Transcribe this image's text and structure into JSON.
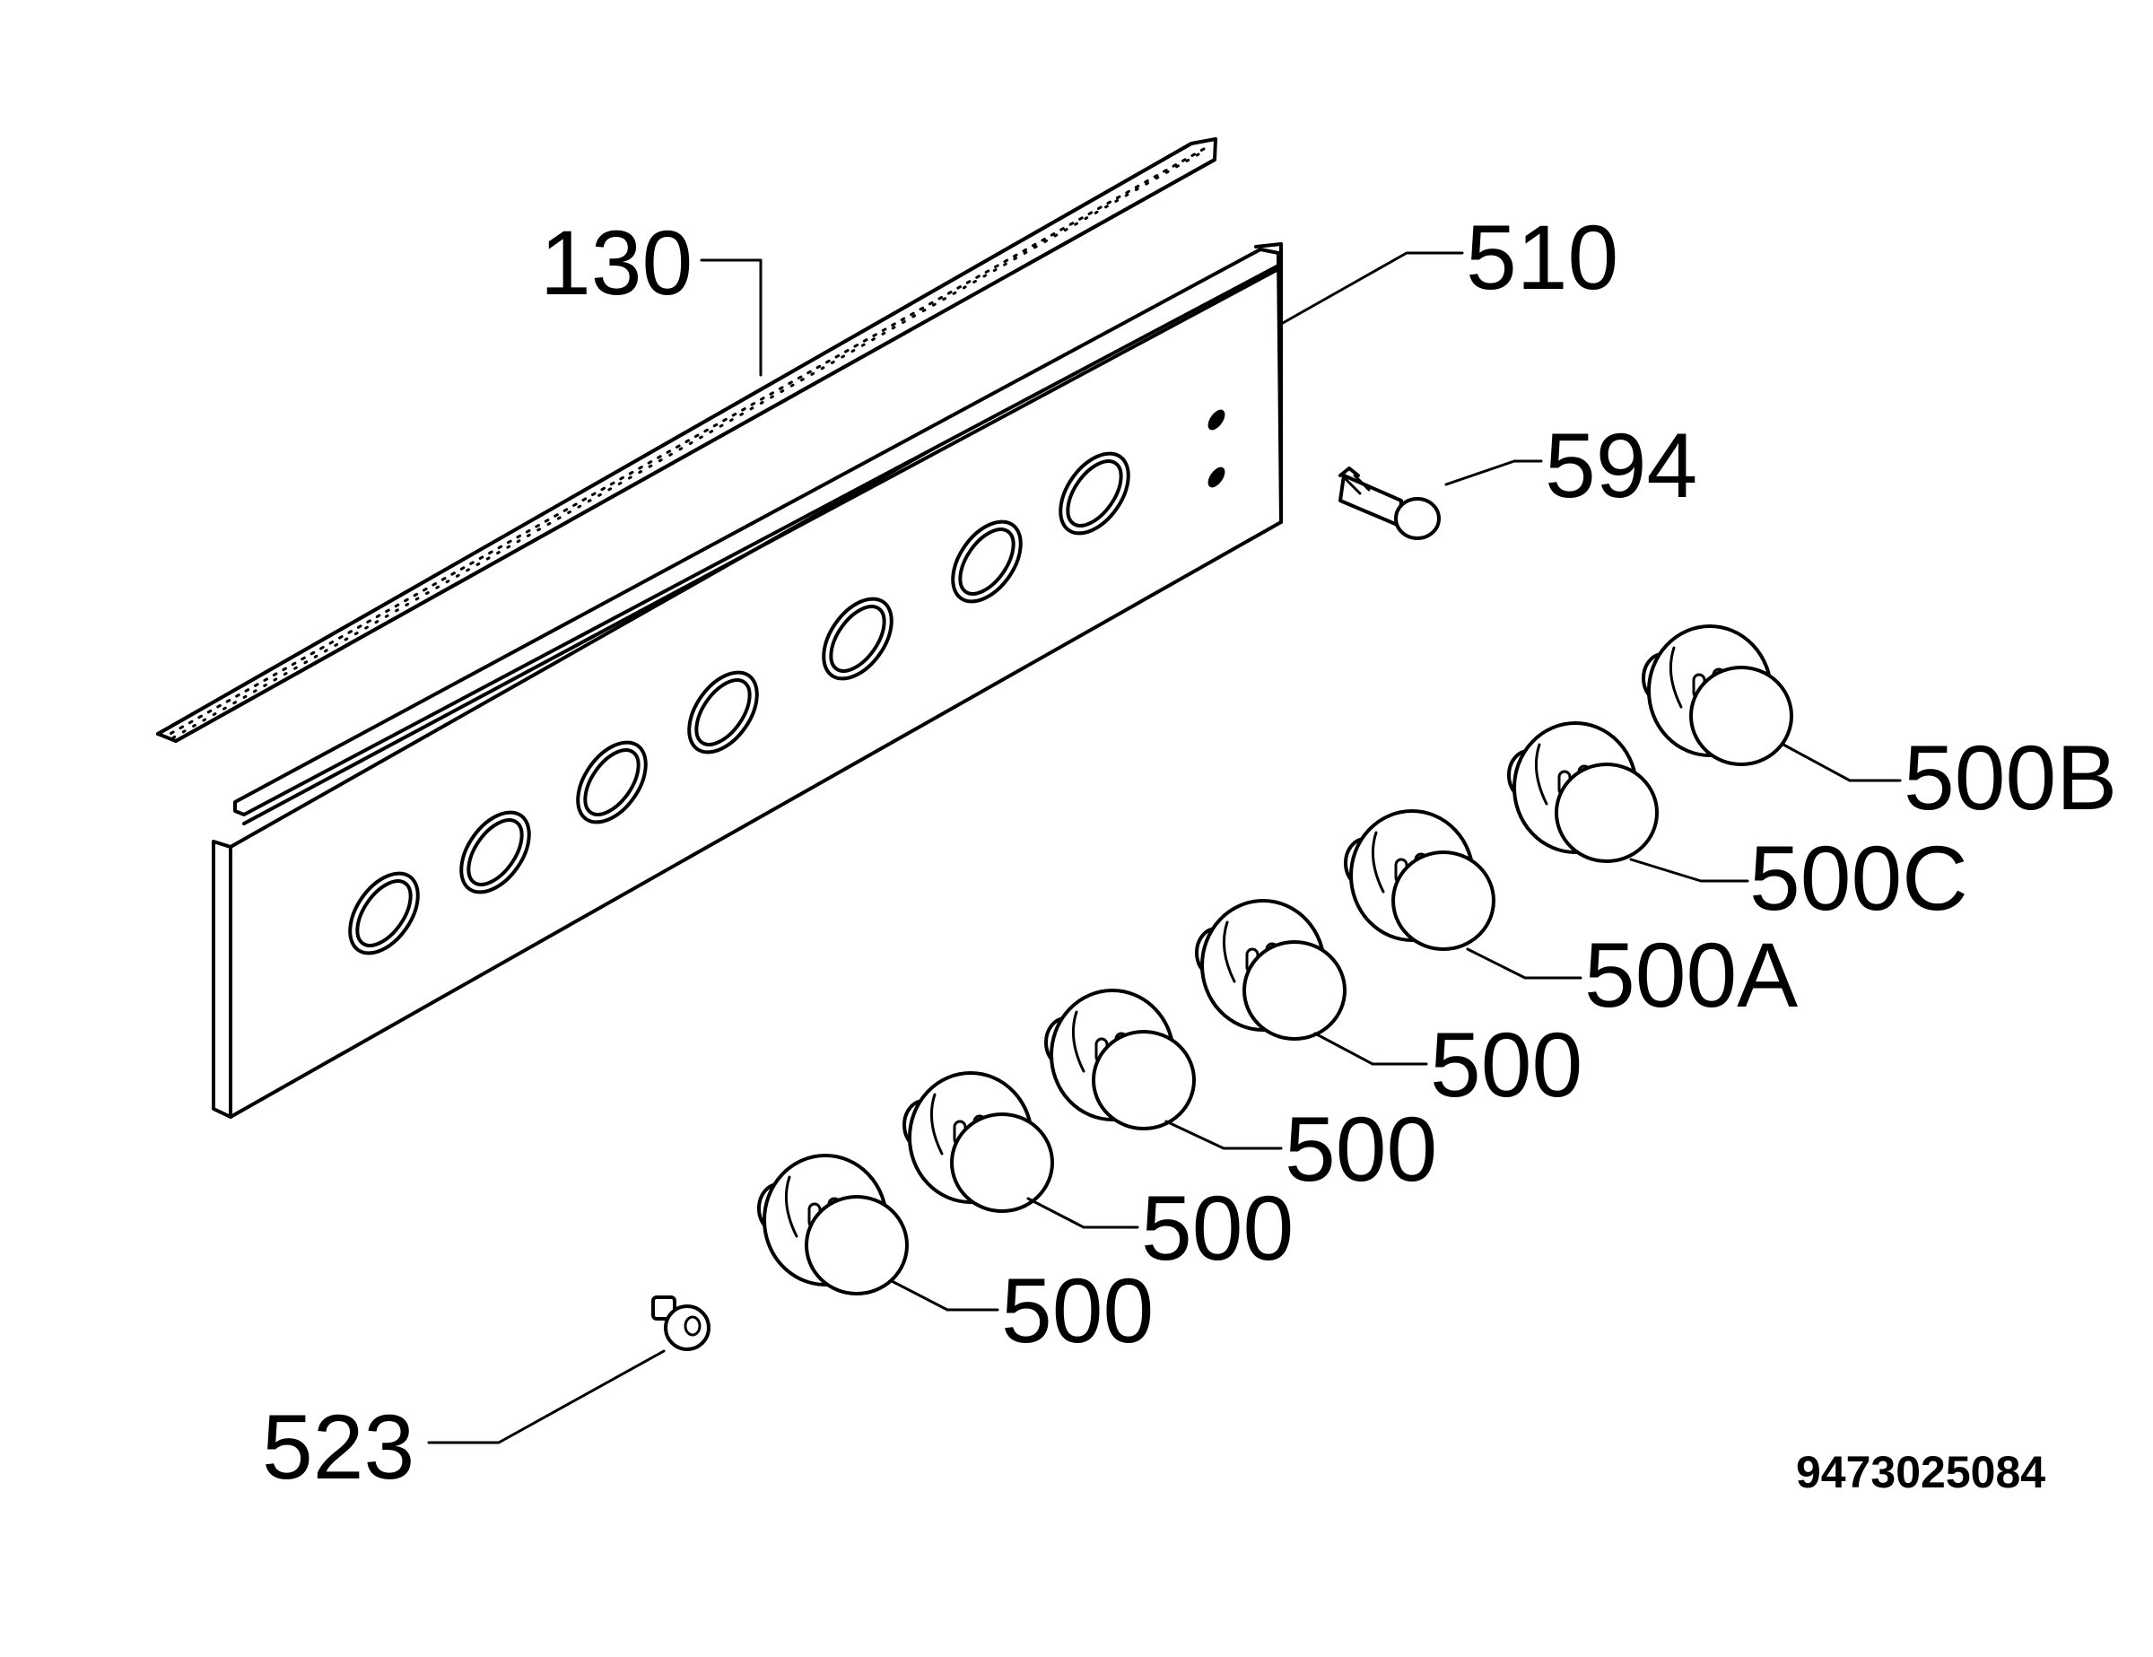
{
  "labels": {
    "strip": "130",
    "panel": "510",
    "pin": "594",
    "knob_b": "500B",
    "knob_c": "500C",
    "knob_a": "500A",
    "knob_4": "500",
    "knob_3": "500",
    "knob_2": "500",
    "knob_1": "500",
    "screw": "523"
  },
  "drawing_number": "9473025084"
}
